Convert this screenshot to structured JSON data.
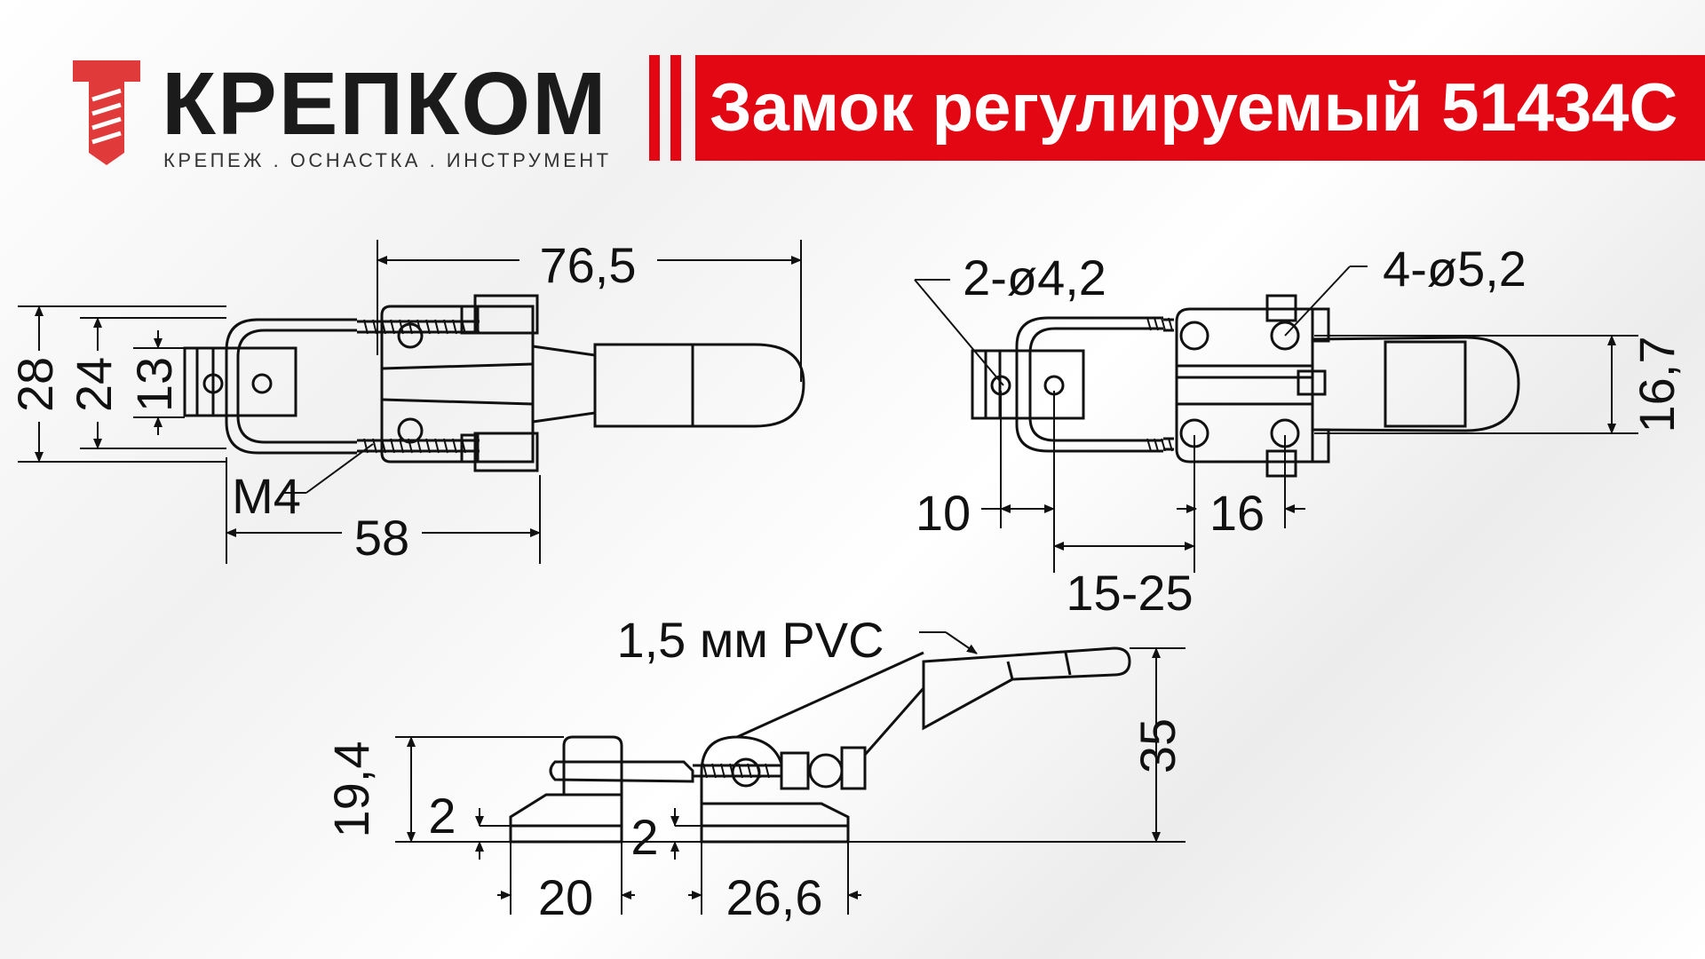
{
  "brand": {
    "name": "КРЕПКОМ",
    "tagline": "КРЕПЕЖ . ОСНАСТКА . ИНСТРУМЕНТ",
    "color": "#e30613"
  },
  "title": "Замок регулируемый 51434С",
  "top_view": {
    "overall_length": "76,5",
    "height_outer": "28",
    "height_mid": "24",
    "height_inner": "13",
    "thread": "M4",
    "base_length": "58"
  },
  "holes_view": {
    "small_holes": "2-ø4,2",
    "large_holes": "4-ø5,2",
    "hole_spacing_vertical": "16,7",
    "small_hole_pitch": "10",
    "large_hole_pitch": "16",
    "adjust_range": "15-25"
  },
  "side_view": {
    "handle_coating": "1,5 мм PVC",
    "latch_height": "19,4",
    "total_height": "35",
    "plate_thickness_left": "2",
    "plate_thickness_right": "2",
    "latch_base_length": "20",
    "clamp_base_length": "26,6"
  }
}
